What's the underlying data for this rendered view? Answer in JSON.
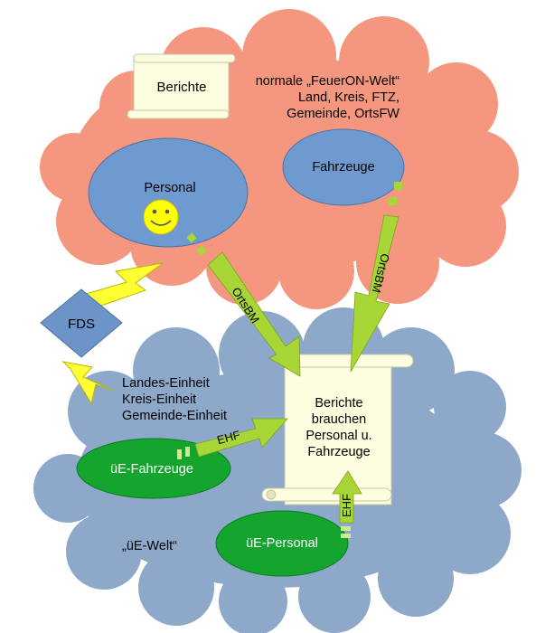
{
  "top_cloud": {
    "description_lines": [
      "normale „FeuerON-Welt“",
      "Land, Kreis, FTZ,",
      "Gemeinde, OrtsFW"
    ],
    "scroll_label": "Berichte",
    "personal_label": "Personal",
    "fahrzeuge_label": "Fahrzeuge"
  },
  "fds_label": "FDS",
  "bottom_cloud": {
    "unit_lines": [
      "Landes-Einheit",
      "Kreis-Einheit",
      "Gemeinde-Einheit"
    ],
    "ue_fahrzeuge_label": "üE-Fahrzeuge",
    "ue_personal_label": "üE-Personal",
    "world_label": "„üE-Welt“"
  },
  "center_scroll_lines": [
    "Berichte",
    "brauchen",
    "Personal u.",
    "Fahrzeuge"
  ],
  "arrows": {
    "ortsbm_left": "OrtsBM",
    "ortsbm_right": "OrtsBM",
    "ehf_left": "EHF",
    "ehf_bottom": "EHF"
  },
  "colors": {
    "top_cloud": "#f5977e",
    "bottom_cloud": "#8ea8c9",
    "blue_ellipse": "#6f9ad0",
    "green_ellipse": "#14a52f",
    "arrow": "#a8d636",
    "lightning": "#ffff33",
    "scroll": "#fdfde0",
    "fds": "#6d94c9",
    "smiley": "#ffff00"
  }
}
